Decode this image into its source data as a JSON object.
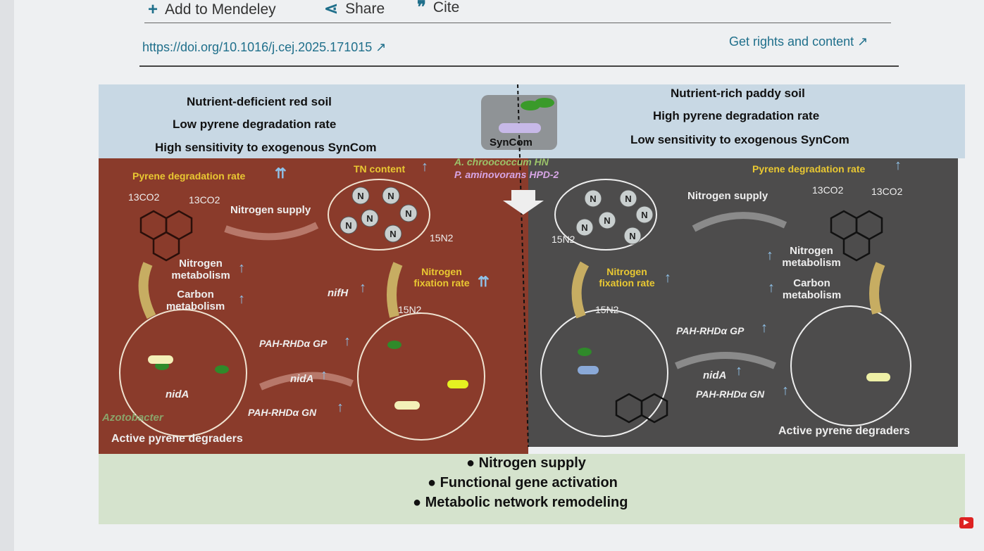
{
  "toolbar": {
    "add_mendeley": "Add to Mendeley",
    "share": "Share",
    "cite": "Cite"
  },
  "doi_link": "https://doi.org/10.1016/j.cej.2025.171015",
  "rights_link": "Get rights and content",
  "figure": {
    "left_header": [
      "Nutrient-deficient red soil",
      "Low pyrene degradation rate",
      "High sensitivity to exogenous SynCom"
    ],
    "right_header": [
      "Nutrient-rich paddy soil",
      "High pyrene degradation rate",
      "Low sensitivity to exogenous SynCom"
    ],
    "syncom": "SynCom",
    "strain1": "A. chroococcum HN",
    "strain2": "P. aminovorans HPD-2",
    "left": {
      "pyrene_rate": "Pyrene degradation rate",
      "tn_content": "TN content",
      "nitrogen_supply": "Nitrogen supply",
      "n15": "15N2",
      "co2_a": "13CO2",
      "co2_b": "13CO2",
      "nitrogen_metabolism": "Nitrogen metabolism",
      "carbon_metabolism": "Carbon metabolism",
      "nifh": "nifH",
      "fixation_rate": "Nitrogen fixation rate",
      "n15_b": "15N2",
      "gp": "PAH-RHDα GP",
      "nida": "nidA",
      "gn": "PAH-RHDα GN",
      "nida_inner": "nidA",
      "azotobacter": "Azotobacter",
      "degraders": "Active pyrene degraders"
    },
    "right": {
      "pyrene_rate": "Pyrene degradation rate",
      "nitrogen_supply": "Nitrogen supply",
      "n15": "15N2",
      "co2_a": "13CO2",
      "co2_b": "13CO2",
      "fixation_rate": "Nitrogen fixation rate",
      "n15_b": "15N2",
      "nitrogen_metabolism": "Nitrogen metabolism",
      "carbon_metabolism": "Carbon metabolism",
      "gp": "PAH-RHDα GP",
      "nida": "nidA",
      "gn": "PAH-RHDα GN",
      "degraders": "Active pyrene degraders"
    },
    "n_label": "N",
    "bullets": [
      "Nitrogen supply",
      "Functional gene activation",
      "Metabolic network remodeling"
    ]
  }
}
